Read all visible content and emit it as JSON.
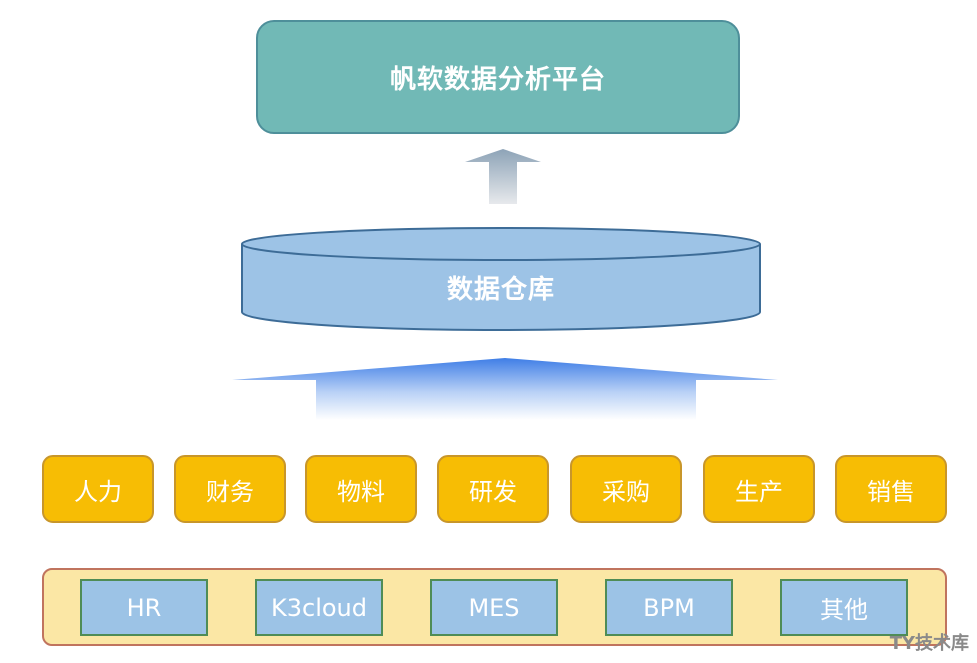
{
  "platform": {
    "label": "帆软数据分析平台"
  },
  "warehouse": {
    "label": "数据仓库"
  },
  "domains": [
    "人力",
    "财务",
    "物料",
    "研发",
    "采购",
    "生产",
    "销售"
  ],
  "systems": [
    "HR",
    "K3cloud",
    "MES",
    "BPM",
    "其他"
  ],
  "watermark": "TY技术库",
  "colors": {
    "platform_fill": "#71b9b6",
    "warehouse_fill": "#9dc3e6",
    "domain_fill": "#f7bd04",
    "system_fill": "#9cc3e6",
    "container_fill": "#fbe7a5"
  }
}
